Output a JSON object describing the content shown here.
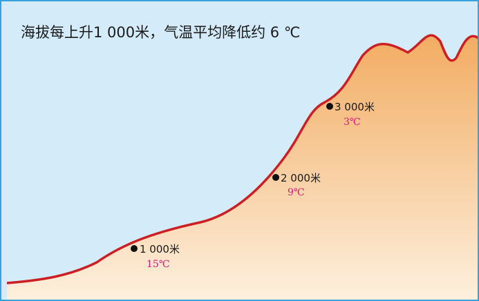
{
  "caption": "海拔每上升1 000米，气温平均降低约 6 ℃",
  "markers": [
    {
      "altitude": "1 000米",
      "temperature": "15℃"
    },
    {
      "altitude": "2 000米",
      "temperature": "9℃"
    },
    {
      "altitude": "3 000米",
      "temperature": "3℃"
    }
  ],
  "colors": {
    "sky": "#d4ebf9",
    "frame": "#3aa0dc",
    "ridge": "#cc1f24",
    "ground_top": "#f2ac62",
    "ground_bottom": "#fdf0de",
    "temperature_text": "#d6157a",
    "dot": "#111111"
  }
}
